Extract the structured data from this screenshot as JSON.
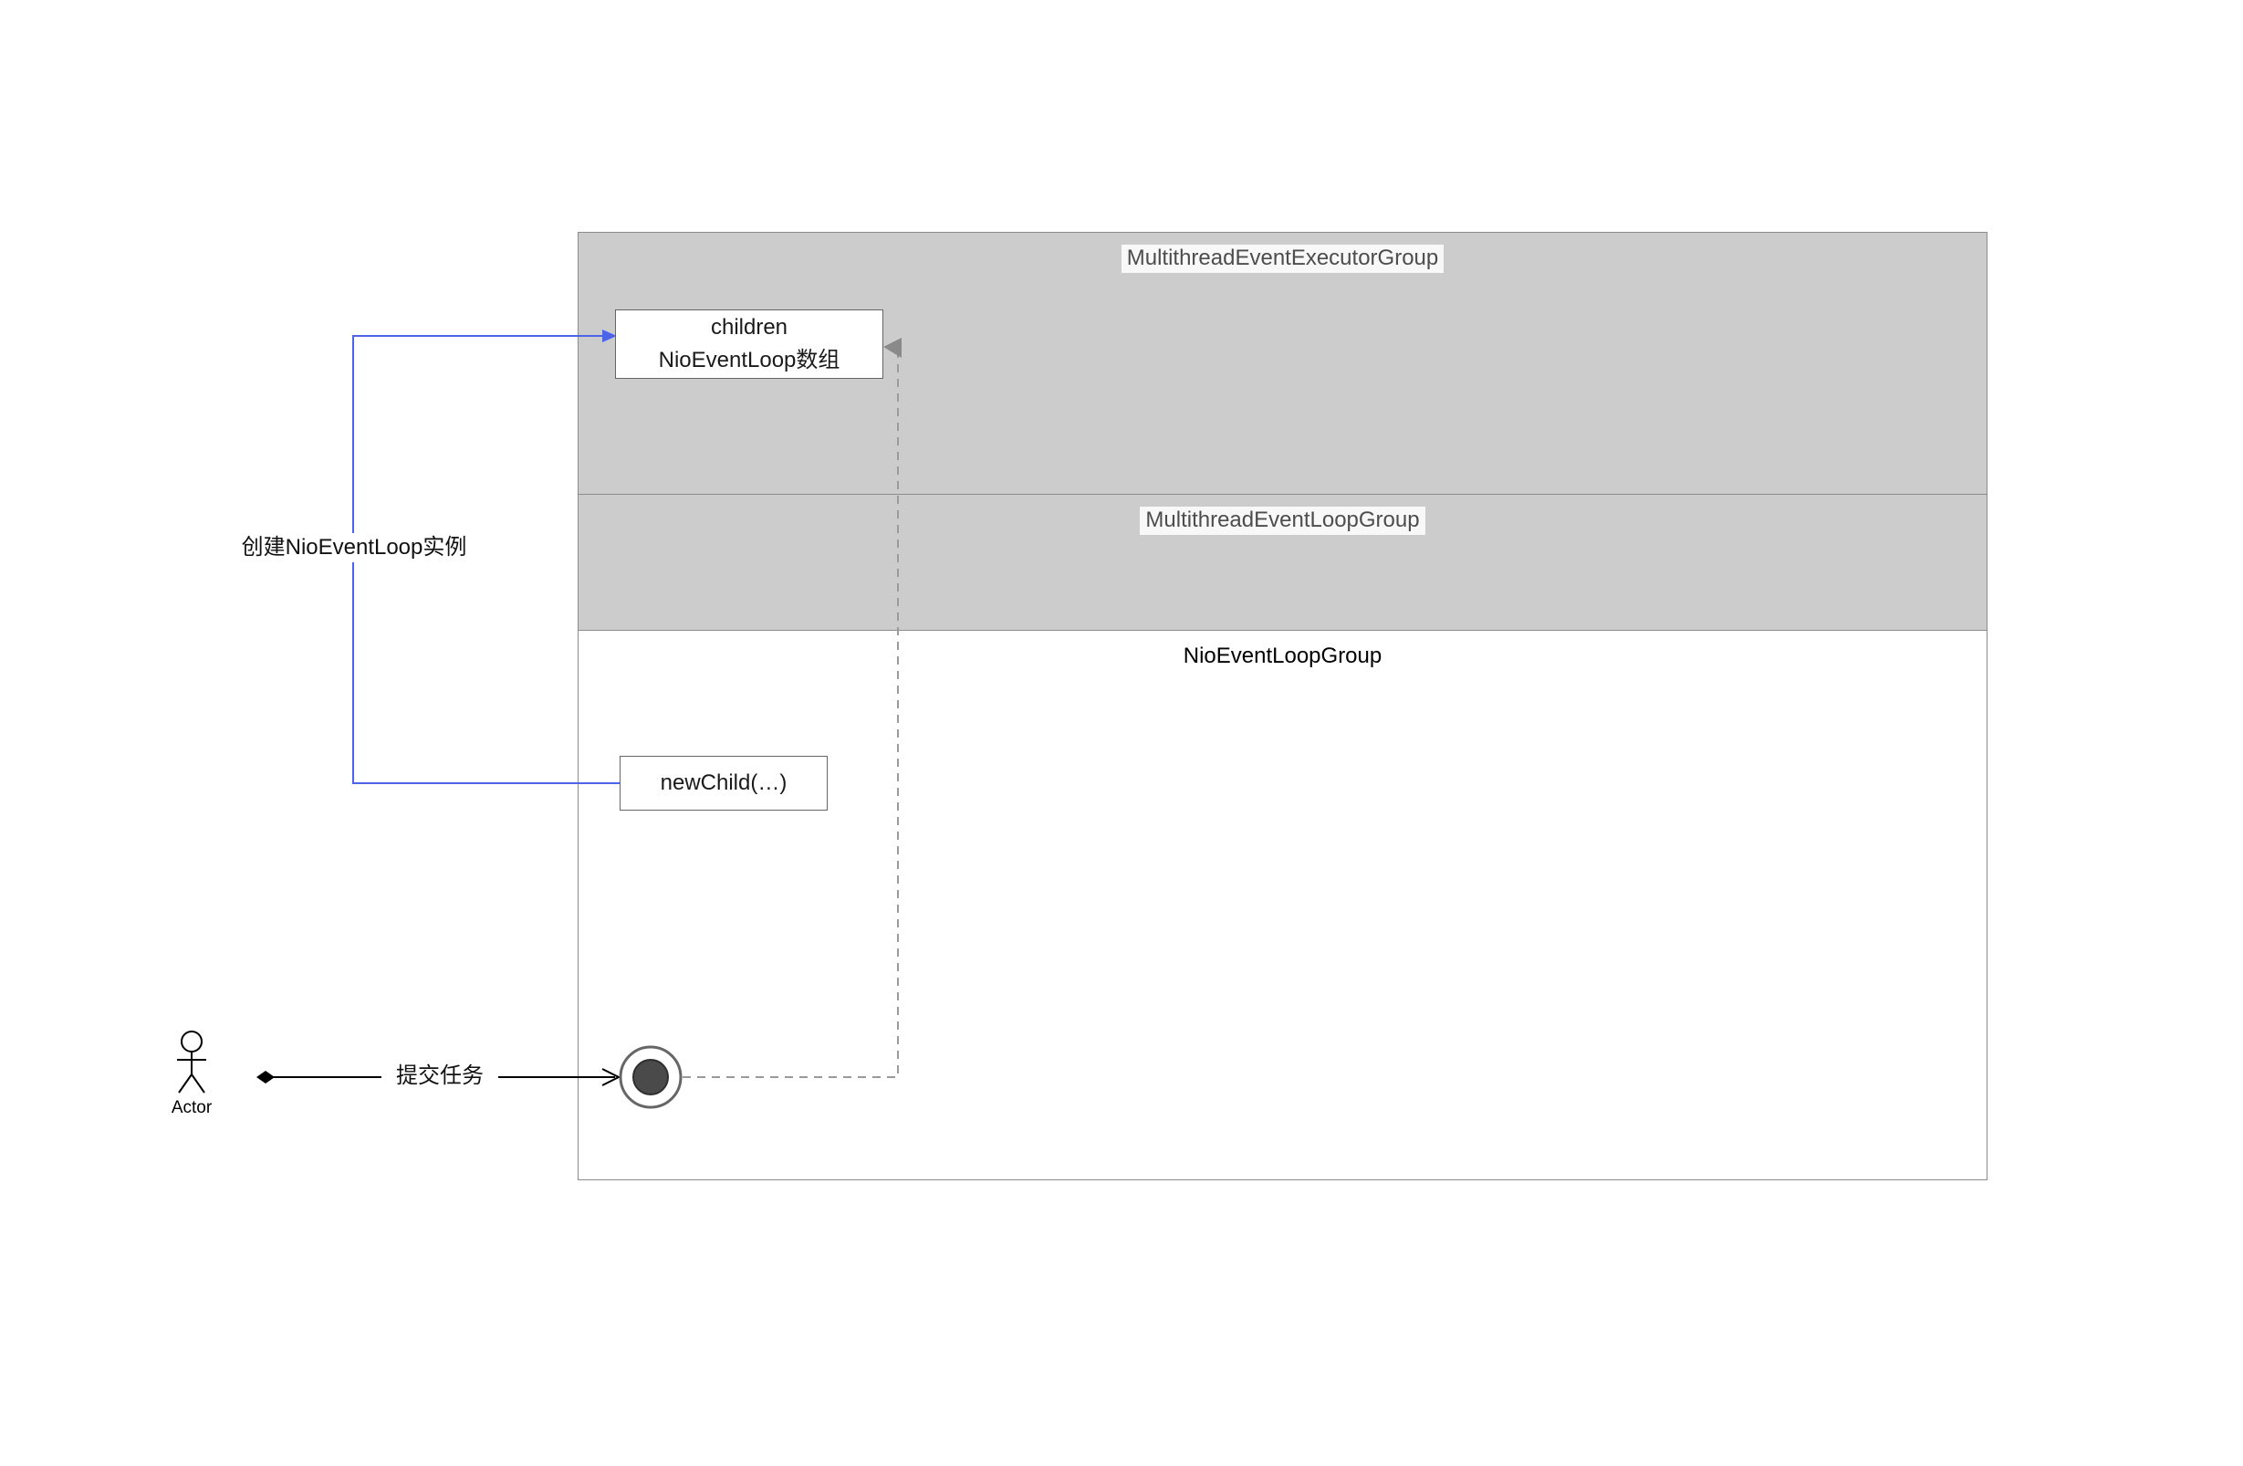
{
  "diagram": {
    "groups": {
      "executor_group": "MultithreadEventExecutorGroup",
      "loop_group": "MultithreadEventLoopGroup",
      "nio_group": "NioEventLoopGroup"
    },
    "nodes": {
      "children_line1": "children",
      "children_line2": "NioEventLoop数组",
      "new_child": "newChild(…)"
    },
    "edges": {
      "create_label": "创建NioEventLoop实例",
      "submit_label": "提交任务"
    },
    "actor_label": "Actor",
    "colors": {
      "section_fill": "#cccccc",
      "group_border": "#8c8c8c",
      "node_border": "#666666",
      "accent_blue": "#4d63e8",
      "dashed_gray": "#9a9a9a",
      "inner_circle": "#4a4a4a",
      "text": "#1a1a1a"
    }
  }
}
